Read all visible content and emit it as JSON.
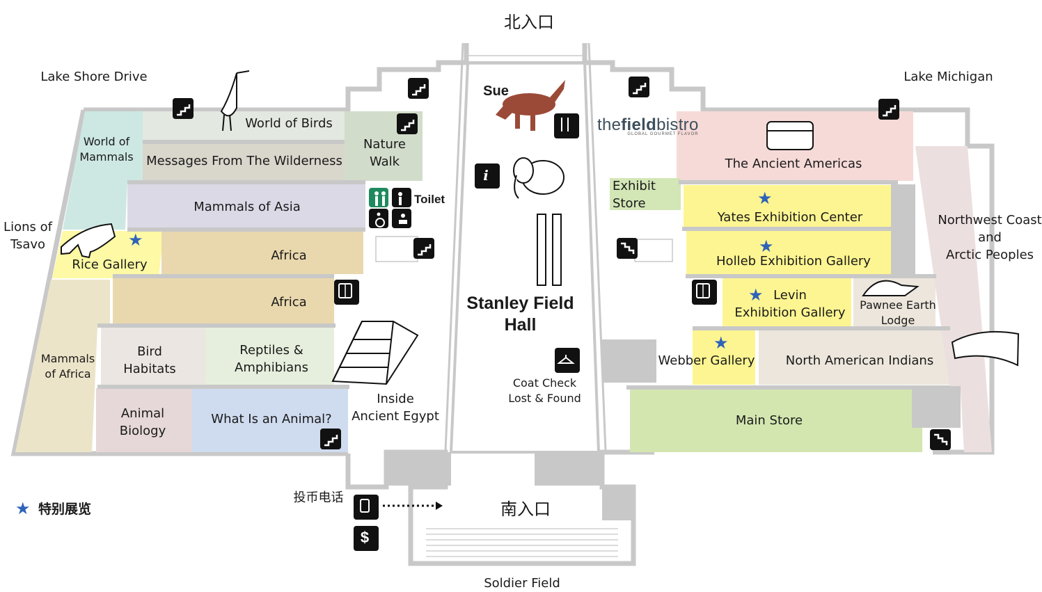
{
  "map_data": {
    "entrances": {
      "north": "北入口",
      "south": "南入口"
    },
    "surroundings": {
      "northwest": "Lake Shore Drive",
      "northeast": "Lake Michigan",
      "south": "Soldier Field"
    },
    "central_hall": {
      "name": "Stanley Field\nHall",
      "highlight": "Sue"
    },
    "rooms_west": [
      {
        "name": "World of Birds",
        "color": "#e3e8e0"
      },
      {
        "name": "World of\nMammals",
        "color": "#cde8e3"
      },
      {
        "name": "Messages From The Wilderness",
        "color": "#d9d6cc"
      },
      {
        "name": "Nature\nWalk",
        "color": "#d2dccb"
      },
      {
        "name": "Mammals of Asia",
        "color": "#dcd9e6"
      },
      {
        "name": "Rice Gallery",
        "color": "#fdf9a4",
        "special": true
      },
      {
        "name": "Africa",
        "color": "#e9d8ae"
      },
      {
        "name": "Africa",
        "color": "#e9d8ae"
      },
      {
        "name": "Mammals\nof Africa",
        "color": "#ece4c8"
      },
      {
        "name": "Bird\nHabitats",
        "color": "#ece6e2"
      },
      {
        "name": "Reptiles &\nAmphibians",
        "color": "#e6efdd"
      },
      {
        "name": "Animal\nBiology",
        "color": "#e6d8d8"
      },
      {
        "name": "What Is an Animal?",
        "color": "#cfdbef"
      },
      {
        "name": "Inside\nAncient Egypt",
        "color": "#ffffff"
      }
    ],
    "rooms_east": [
      {
        "name": "The Ancient Americas",
        "color": "#f6dad8"
      },
      {
        "name": "Exhibit\nStore",
        "color": "#d3e6b6"
      },
      {
        "name": "Yates Exhibition Center",
        "color": "#fdf591",
        "special": true
      },
      {
        "name": "Holleb Exhibition Gallery",
        "color": "#fdf591",
        "special": true
      },
      {
        "name": "Levin\nExhibition Gallery",
        "color": "#fdf591",
        "special": true
      },
      {
        "name": "Pawnee Earth\nLodge",
        "color": "#ece6dc"
      },
      {
        "name": "Webber Gallery",
        "color": "#fdf591",
        "special": true
      },
      {
        "name": "North American Indians",
        "color": "#ece6dc"
      },
      {
        "name": "Northwest Coast\nand\nArctic Peoples",
        "color": "#ecdfdf"
      },
      {
        "name": "Main Store",
        "color": "#d3e6b0"
      }
    ],
    "outside_labels": {
      "lions": "Lions of\nTsavo"
    },
    "services": {
      "toilet": "Toilet",
      "coat_check": "Coat Check\nLost & Found",
      "payphone": "投币电话",
      "bistro_prefix": "the",
      "bistro_bold": "field",
      "bistro_suffix": "bistro",
      "bistro_tagline": "GLOBAL GOURMET FLAVOR"
    },
    "legend": {
      "symbol": "★",
      "label": "特别展览",
      "color": "#2e63b8"
    }
  }
}
